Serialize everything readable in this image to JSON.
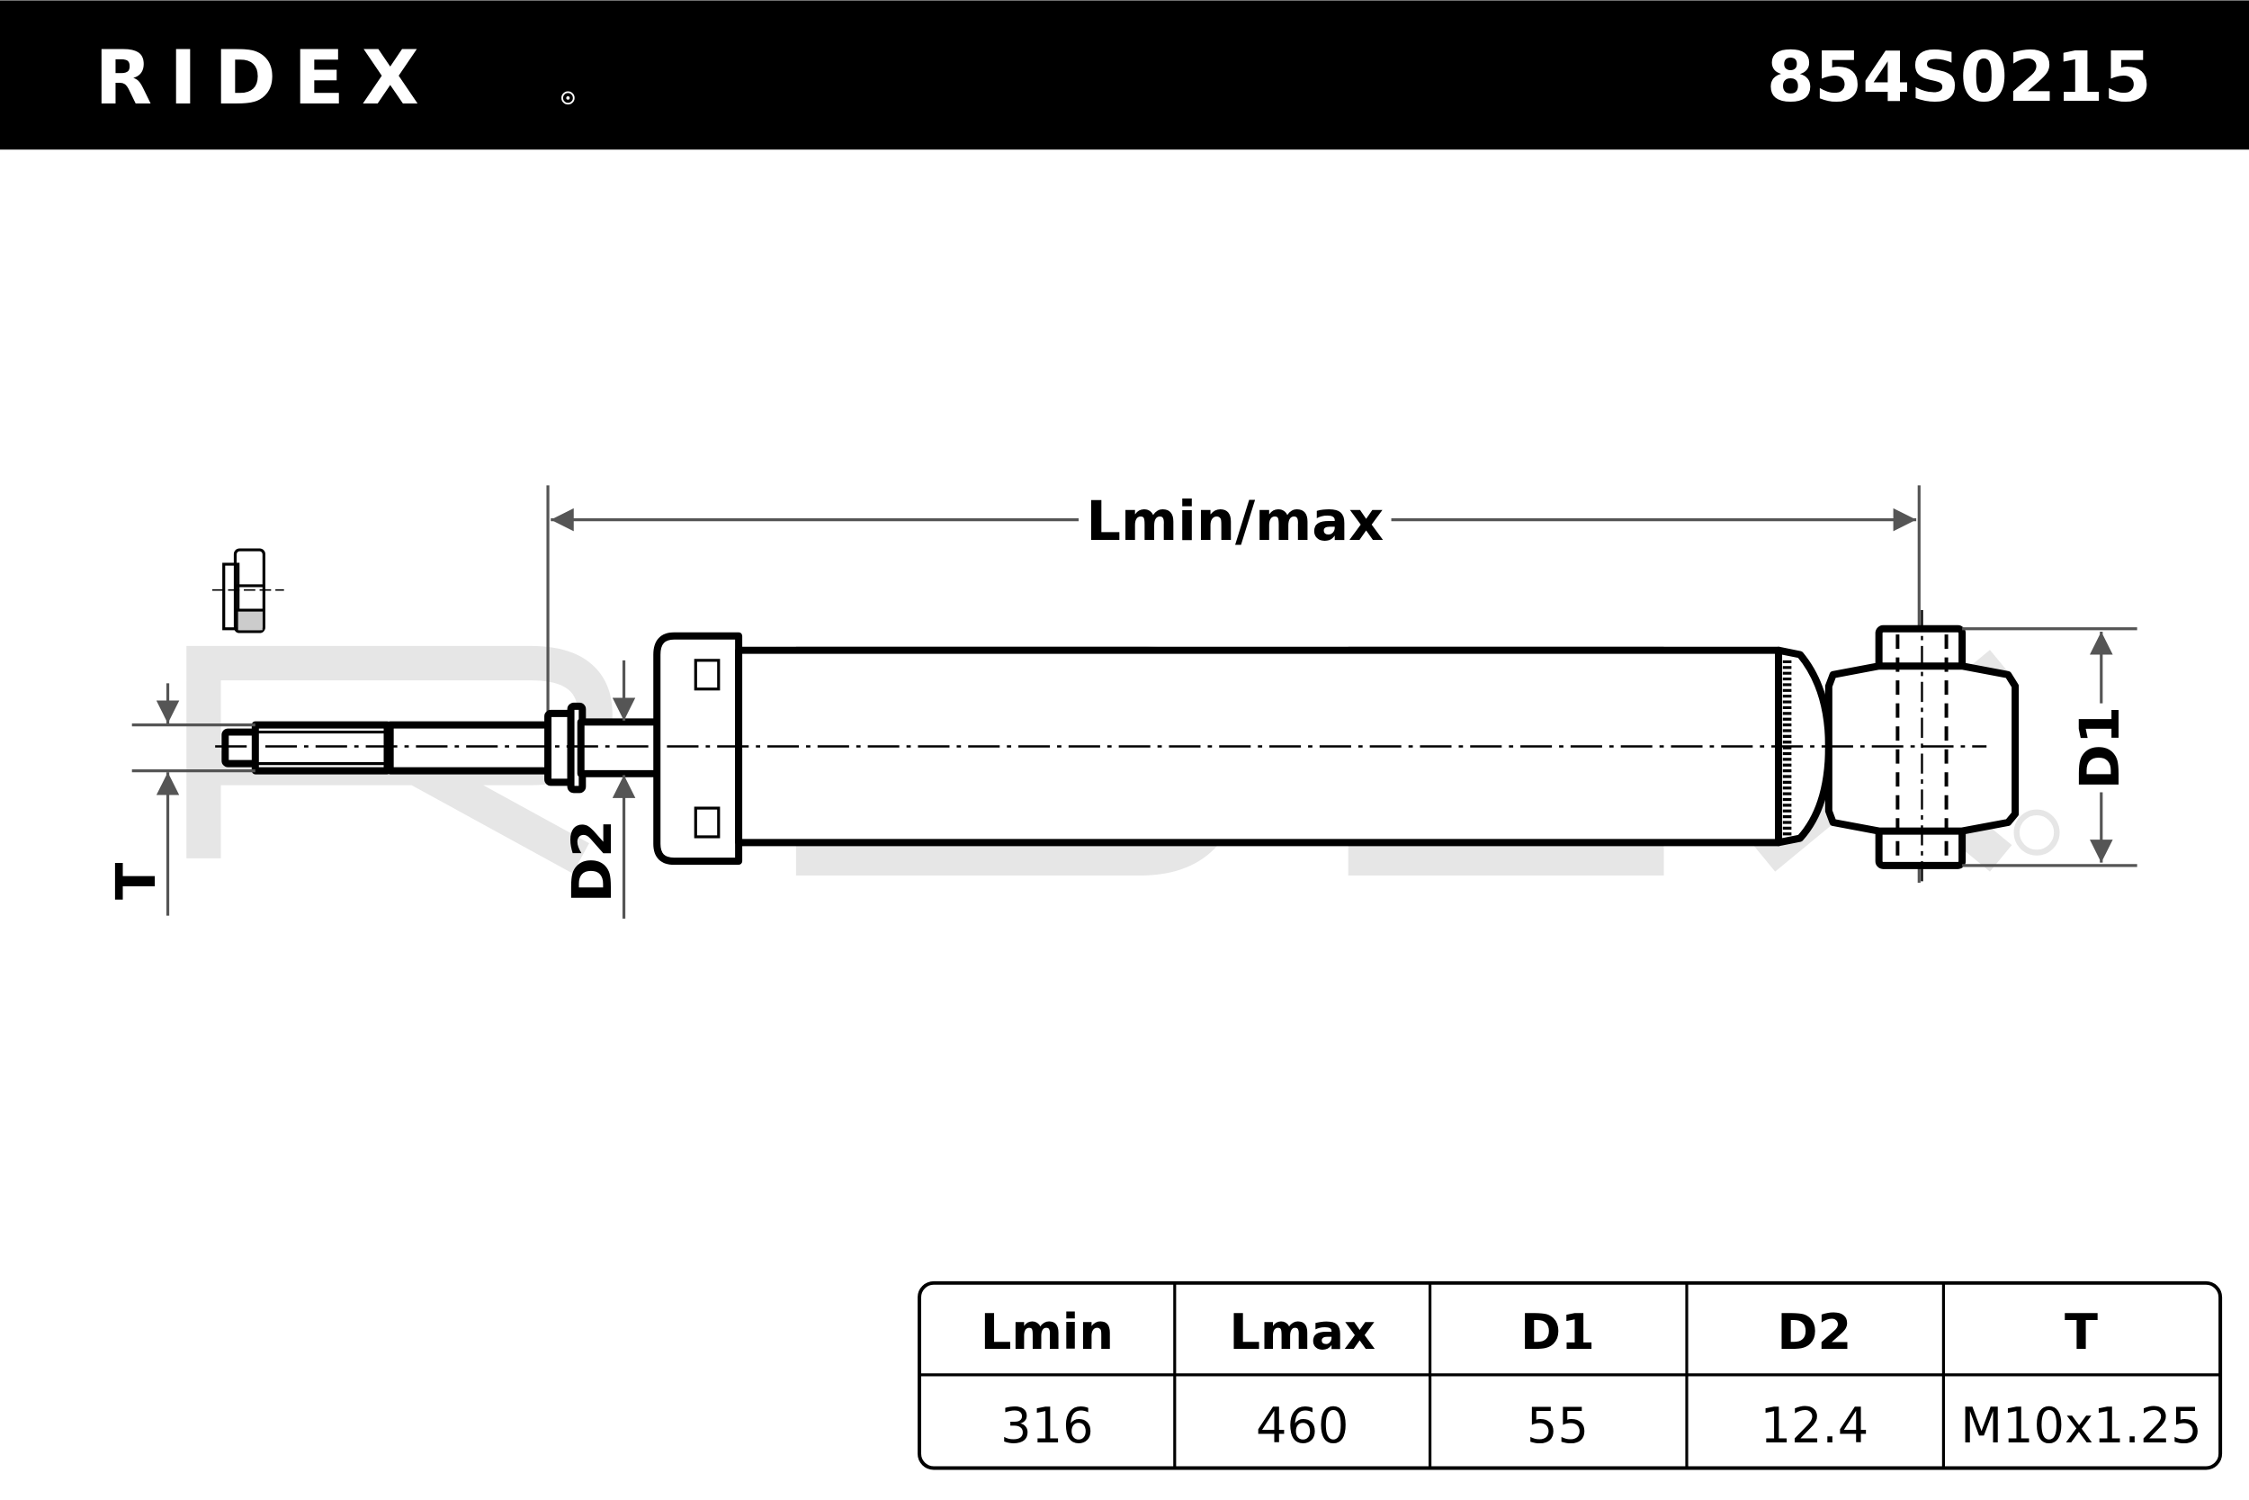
{
  "header": {
    "brand": "RIDEX",
    "part_number": "854S0215",
    "colors": {
      "bar": "#000000",
      "text": "#ffffff"
    }
  },
  "drawing": {
    "watermark": "RIDEX",
    "dimension_labels": {
      "length": "Lmin/max",
      "d1": "D1",
      "d2": "D2",
      "t": "T"
    }
  },
  "specs_table": {
    "headers": [
      "Lmin",
      "Lmax",
      "D1",
      "D2",
      "T"
    ],
    "values": [
      "316",
      "460",
      "55",
      "12.4",
      "M10x1.25"
    ]
  }
}
